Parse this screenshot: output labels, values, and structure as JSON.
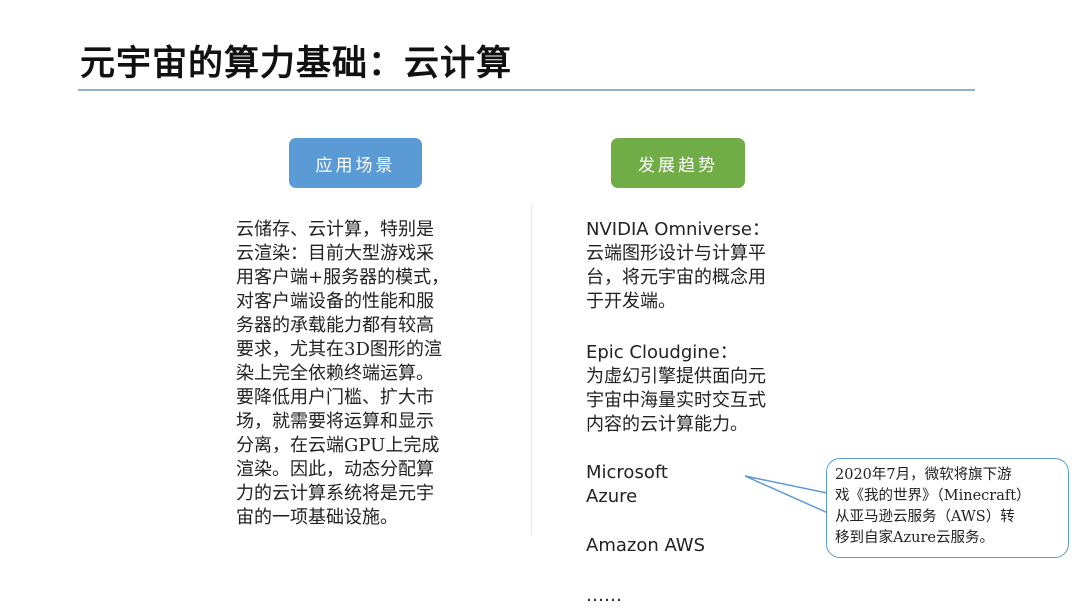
{
  "slide": {
    "title": "元宇宙的算力基础：云计算"
  },
  "pills": {
    "left_label": "应用场景",
    "right_label": "发展趋势"
  },
  "left_column": {
    "lines": [
      "云储存、云计算，特别是",
      "云渲染：目前大型游戏采",
      "用客户端+服务器的模式，",
      "对客户端设备的性能和服",
      "务器的承载能力都有较高",
      "要求，尤其在3D图形的渲",
      "染上完全依赖终端运算。",
      "要降低用户门槛、扩大市",
      "场，就需要将运算和显示",
      "分离，在云端GPU上完成",
      "渲染。因此，动态分配算",
      "力的云计算系统将是元宇",
      "宙的一项基础设施。"
    ]
  },
  "right_column": {
    "entries": [
      {
        "title": "NVIDIA Omniverse：",
        "desc": [
          "云端图形设计与计算平",
          "台，将元宇宙的概念用",
          "于开发端。"
        ]
      },
      {
        "title": "Epic Cloudgine：",
        "desc": [
          "为虚幻引擎提供面向元",
          "宇宙中海量实时交互式",
          "内容的云计算能力。"
        ]
      },
      {
        "title_lines": [
          "Microsoft",
          "Azure"
        ]
      },
      {
        "title": "Amazon AWS"
      },
      {
        "title": "……"
      }
    ]
  },
  "callout": {
    "lines": [
      "2020年7月，微软将旗下游",
      "戏《我的世界》（Minecraft）",
      "从亚马逊云服务（AWS）转",
      "移到自家Azure云服务。"
    ],
    "border_color": "#5b9bd5"
  },
  "colors": {
    "pill_blue": "#5b9bd5",
    "pill_green": "#70ad47",
    "title_rule": "#8fb0cf"
  }
}
